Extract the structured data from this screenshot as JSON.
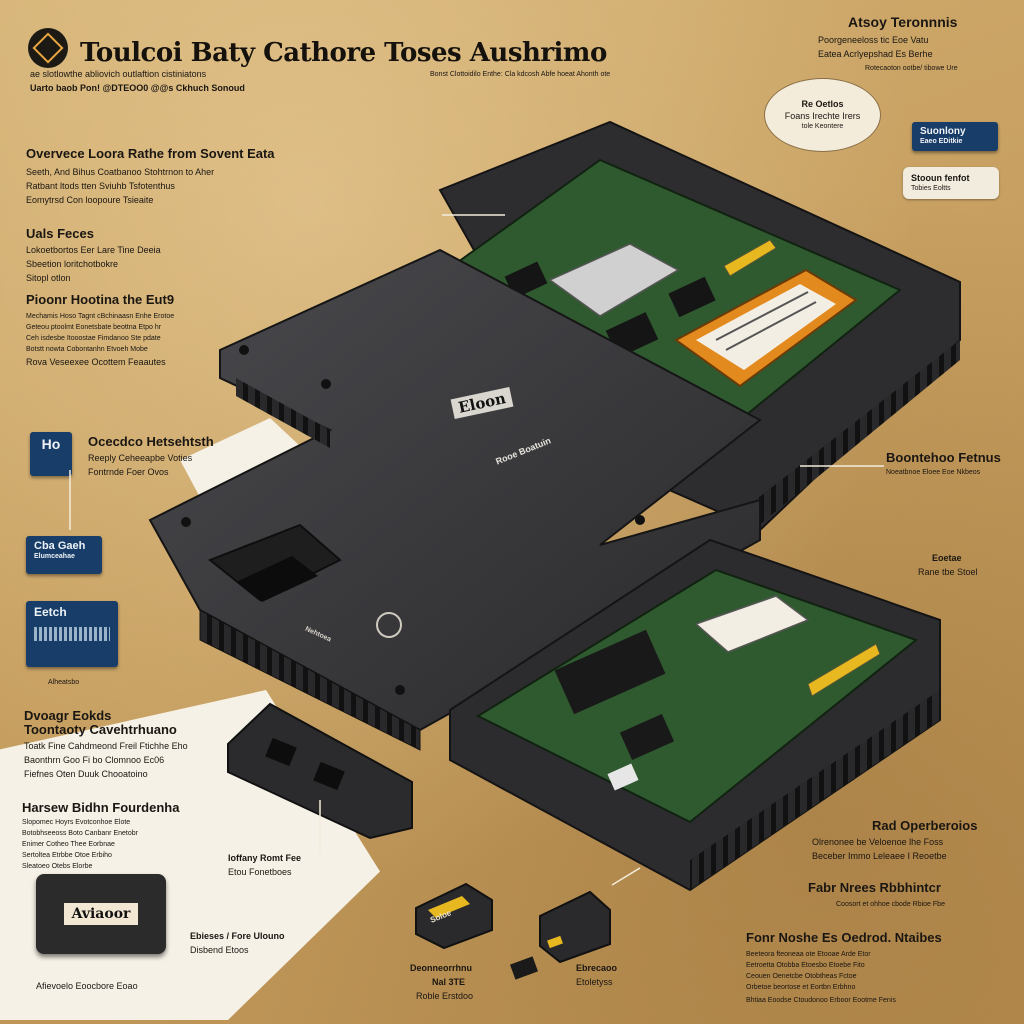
{
  "header": {
    "title": "Toulcoi Baty Cathore Toses Aushrimo",
    "subtitle_line1": "ae slotlowthe abliovich outlaftion cistiniatons",
    "subtitle_line2": "Uarto baob Pon! @DTEOO0 @@s Ckhuch Sonoud",
    "center_caption": "Bonst Clottoidilo Enthe: Cla kdcosh Abfe hoeat Ahonth ote"
  },
  "right_top": {
    "heading": "Atsoy Teronnnis",
    "line1": "Poorgeneeloss tic Eoe Vatu",
    "line2": "Eatea Acrlyepshad Es Berhe",
    "line3": "Rotecaoton ootbe/ tibowe Ure"
  },
  "bubble": {
    "line1": "Re Oetlos",
    "line2": "Foans Irechte Irers",
    "line3": "tole Keontere"
  },
  "navy_badge_right": {
    "line1": "Suonlony",
    "line2": "Eaeo EDitkie"
  },
  "pale_card_right": {
    "line1": "Stooun fenfot",
    "line2": "Tobies Eoltts"
  },
  "left_overview": {
    "heading": "Overvece Loora Rathe from Sovent Eata",
    "line1": "Seeth, And Bihus Coatbanoo Stohtrnon to Aher",
    "line2": "Ratbant ltods tten Sviuhb Tsfotenthus",
    "line3": "Eomytrsd Con loopoure Tsieaite"
  },
  "left_uais": {
    "heading": "Uals Feces",
    "line1": "Lokoetbortos Eer Lare Tine Deeia",
    "line2": "Sbeetion loritchotbokre",
    "line3": "Sitopl otlon"
  },
  "left_pioneer": {
    "heading": "Pioonr Hootina the Eut9",
    "line1": "Mechamis Hoso Tagnt cBchinaasn Enhe Erotoe",
    "line2": "Geteou ptoolmt Eonetsbate beottna Etpo hr",
    "line3": "Ceh isdesbe Itooostae Fimdanoo Ste pdate",
    "line4": "Botstt nowta Cobontanhn Etvoeh Mobe",
    "line5": "Rova Veseexee Ocottem Feaautes"
  },
  "left_icon_block": {
    "heading": "Ocecdco Hetsehtsth",
    "line1": "Reeply Ceheeapbe Voties",
    "line2": "Fontrnde Foer Ovos",
    "icon_label": "Ho"
  },
  "left_badge_mid": {
    "label": "Cba Gaeh",
    "sub": "Elumceahae"
  },
  "left_badge_low": {
    "label": "Eetch",
    "sub": "Alheatsbo"
  },
  "left_lower": {
    "heading1": "Dvoagr Eokds",
    "heading2": "Toontaoty Cavehtrhuano",
    "line1": "Toatk Fine Cahdmeond Freil Ftichhe Eho",
    "line2": "Baonthrn Goo Fi bo Clomnoo Ec06",
    "line3": "Fiefnes Oten Duuk Chooatoino"
  },
  "left_feature": {
    "heading": "Harsew Bidhn Fourdenha",
    "line1": "Slopomec Hoyrs Evotconhoe Elote",
    "line2": "Botobhseeoss Boto Canbanr Enetobr",
    "line3": "Enimer Cotheo Thee Eorbnae",
    "line4": "Sertoltea Etrbbe Otoe Erbiho",
    "line5": "Sleatoeo Otebs Elorbe"
  },
  "bottom_left_card": {
    "brand": "Aviaoor",
    "caption": "Afievoelo Eoocbore Eoao"
  },
  "center_small": {
    "line1": "Ioffany Romt Fee",
    "line2": "Etou Fonetboes"
  },
  "bottom_left_labels": {
    "line1": "Ebieses / Fore Ulouno",
    "line2": "Disbend Etoos"
  },
  "chips": {
    "chip1": "Soloe",
    "chip1_caption_1": "Deonneorrhnu",
    "chip1_caption_2": "Nal 3TE",
    "chip1_caption_3": "Roble Erstdoo",
    "chip2_caption_1": "Ebrecaoo",
    "chip2_caption_2": "Etoletyss"
  },
  "right_mid": {
    "heading": "Boontehoo Fetnus",
    "line1": "Noeatbnoe Eloee Eoe Nkbeos"
  },
  "right_small": {
    "line1": "Eoetae",
    "line2": "Rane tbe Stoel"
  },
  "right_lower": {
    "heading1": "Rad Operberoios",
    "line1": "Olrenonee be Veloenoe lhe Foss",
    "line2": "Beceber Immo Leleaee I Reoetbe",
    "heading2": "Fabr Nrees Rbbhintcr",
    "line3": "Coosort et ohhoe cbode Rbioe Fbe",
    "heading3": "Fonr Noshe Es Oedrod. Ntaibes",
    "line4": "Beeteora fteoneaa ote Etooae Arde Etor",
    "line5": "Eetroetta Otobba Etoesbo Etoebe Fito",
    "line6": "Ceouen Oenetcbe Otobtheas Fctoe",
    "line7": "Orbetoe beortose et Eortbn Erbhno",
    "line8": "Bhtiaa Eoodse Ctoudonoo Erboor Eootme Fenis"
  },
  "device": {
    "brand": "Eloon",
    "model": "Rooe Boatuin",
    "side_label": "Nehtoea",
    "body_color": "#38383b",
    "pcb_color": "#2f5a2f",
    "accent_orange": "#e38a1e"
  }
}
